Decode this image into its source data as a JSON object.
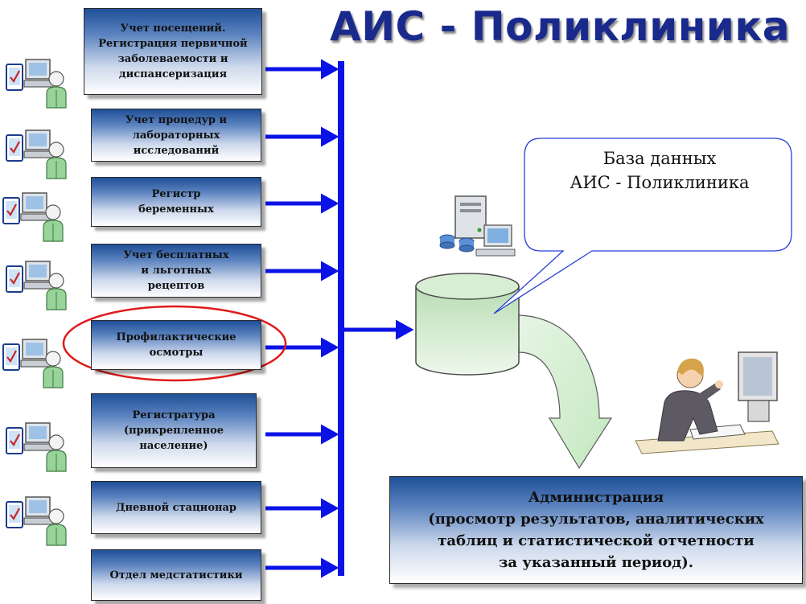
{
  "title": "АИС - Поликлиника",
  "modules": [
    {
      "label": "Учет посещений.\nРегистрация первичной\nзаболеваемости и\nдиспансеризация"
    },
    {
      "label": "Учет процедур и\nлабораторных\nисследований"
    },
    {
      "label": "Регистр\nбеременных"
    },
    {
      "label": "Учет бесплатных\nи льготных\nрецептов"
    },
    {
      "label": "Профилактические\nосмотры",
      "highlighted": true
    },
    {
      "label": "Регистратура\n(прикрепленное\nнаселение)"
    },
    {
      "label": "Дневной стационар"
    },
    {
      "label": "Отдел медстатистики"
    }
  ],
  "database": {
    "callout": "База данных\nАИС - Поликлиника"
  },
  "admin": {
    "label": "Администрация\n(просмотр результатов, аналитических\nтаблиц и статистической отчетности\nза указанный период)."
  },
  "colors": {
    "arrow_blue": "#0a12e6",
    "title_blue": "#1a2a8c",
    "highlight_red": "#e01a1a",
    "output_arrow_green": "#cfeecd"
  },
  "icons": {
    "workstation": "user-at-computer-icon",
    "server": "server-network-icon",
    "admin_user": "woman-at-computer-icon"
  }
}
